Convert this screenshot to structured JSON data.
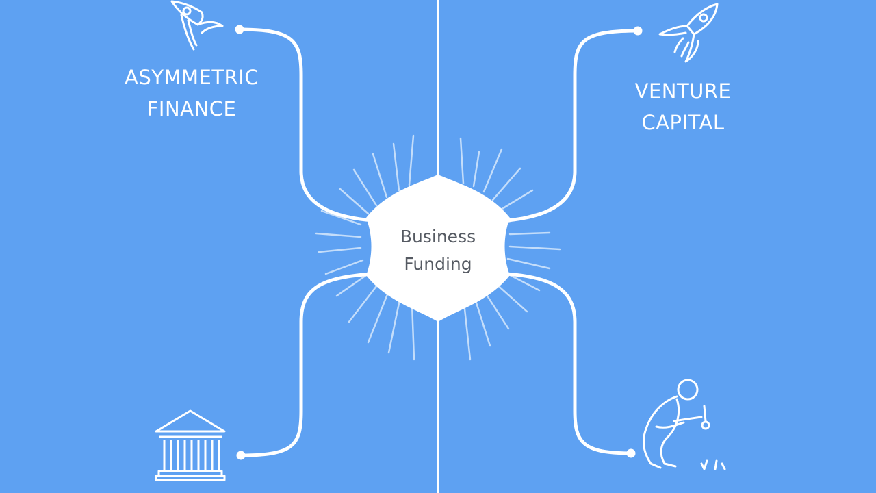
{
  "colors": {
    "background": "#5ea1f2",
    "line": "#ffffff",
    "hub_fill": "#ffffff",
    "hub_text": "#555a62",
    "rays": "#cfe3fb"
  },
  "hub": {
    "line1": "Business",
    "line2": "Funding"
  },
  "branches": {
    "top_left": {
      "line1": "ASYMMETRIC",
      "line2": "FINANCE",
      "icon": "rocket-icon"
    },
    "top_right": {
      "line1": "VENTURE",
      "line2": "CAPITAL",
      "icon": "rocket-icon"
    },
    "bottom_left": {
      "icon": "bank-building-icon"
    },
    "bottom_right": {
      "icon": "person-planting-icon"
    }
  }
}
